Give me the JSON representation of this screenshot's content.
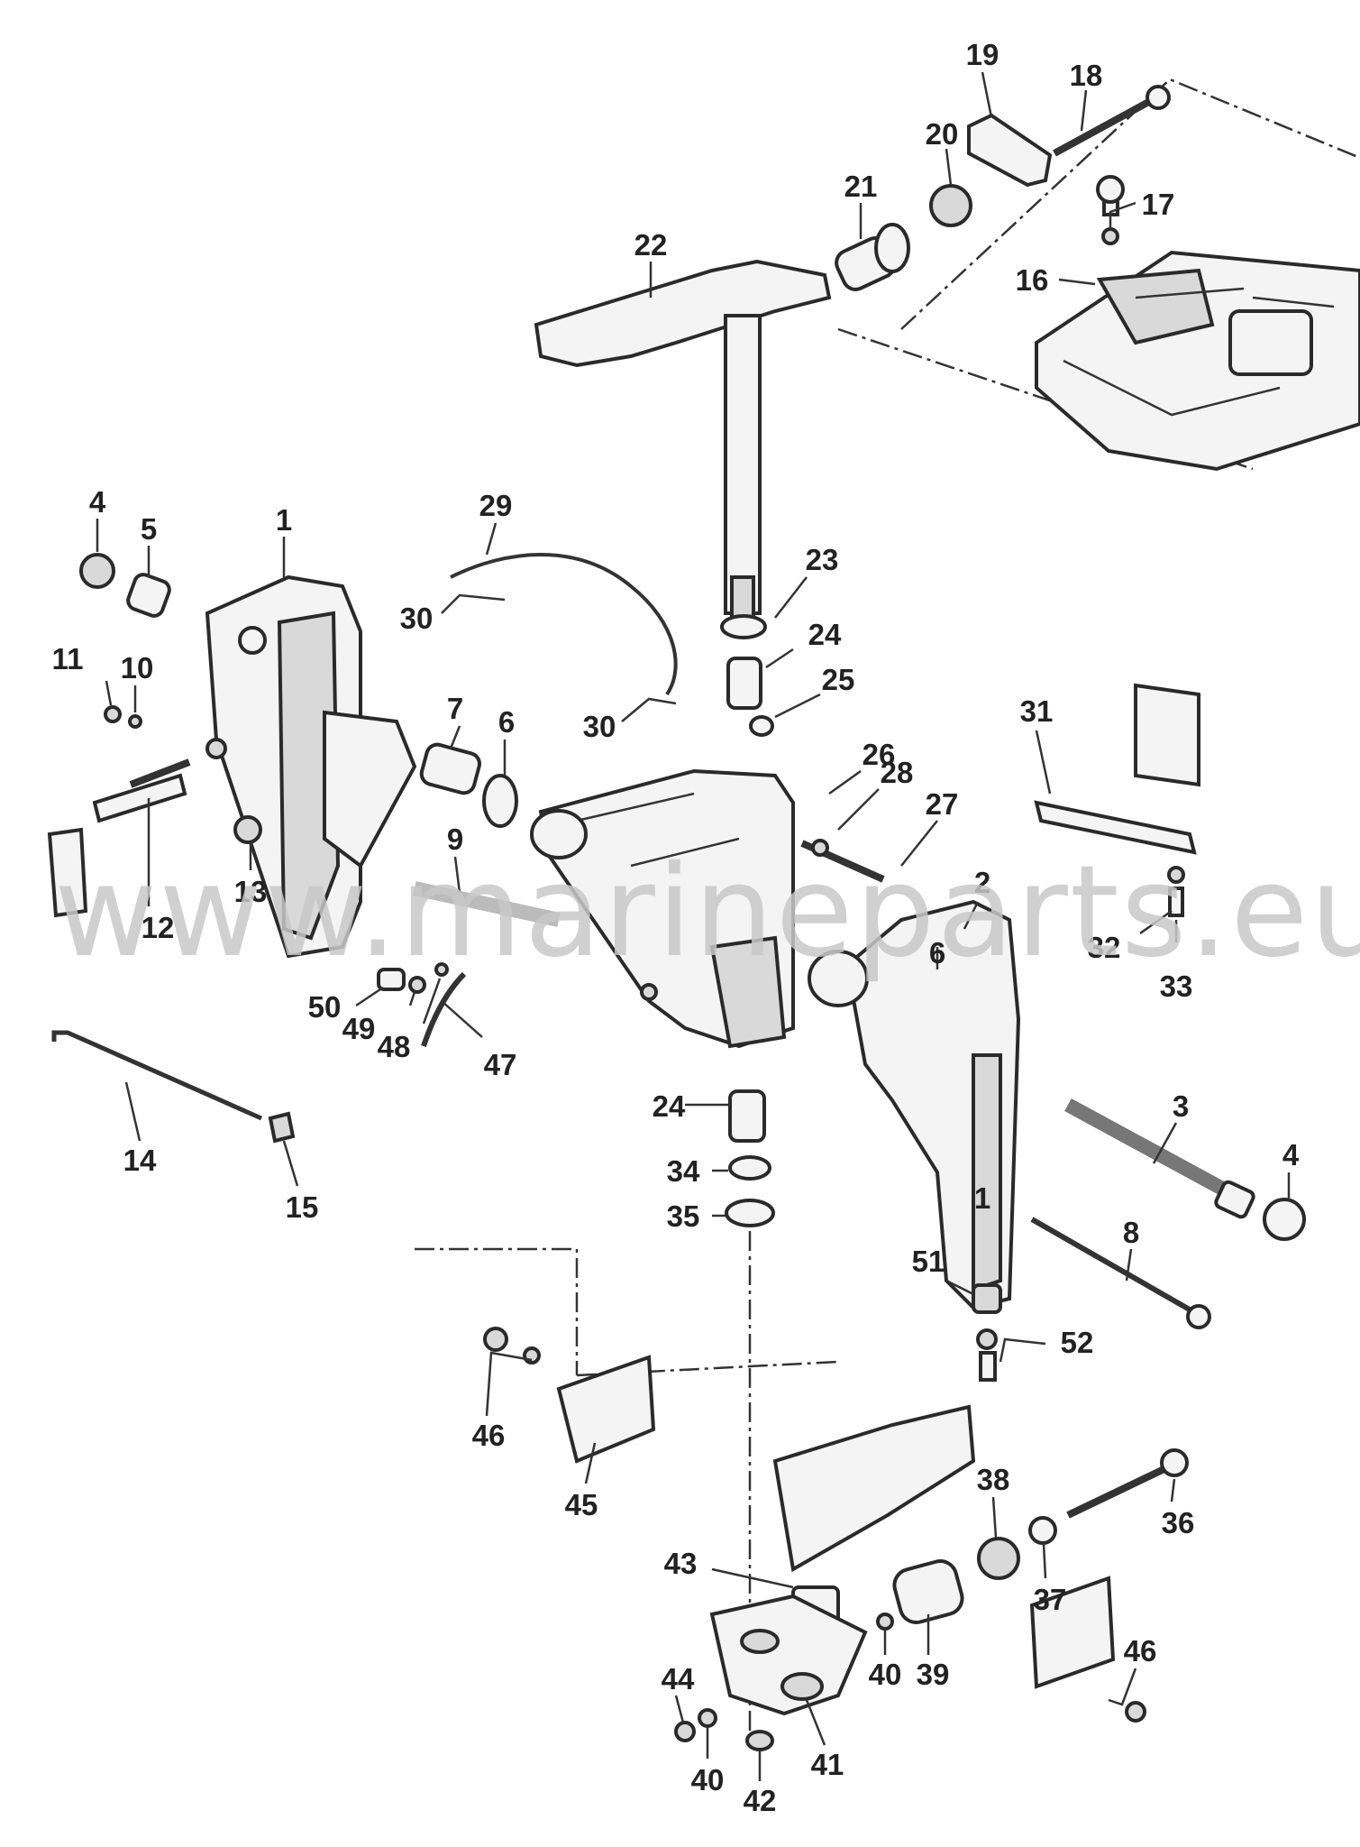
{
  "watermark": "www.marineparts.eu",
  "callouts": [
    {
      "id": "c19",
      "label": "19"
    },
    {
      "id": "c18",
      "label": "18"
    },
    {
      "id": "c20",
      "label": "20"
    },
    {
      "id": "c21",
      "label": "21"
    },
    {
      "id": "c17",
      "label": "17"
    },
    {
      "id": "c22",
      "label": "22"
    },
    {
      "id": "c16",
      "label": "16"
    },
    {
      "id": "c4a",
      "label": "4"
    },
    {
      "id": "c5",
      "label": "5"
    },
    {
      "id": "c1a",
      "label": "1"
    },
    {
      "id": "c29",
      "label": "29"
    },
    {
      "id": "c23",
      "label": "23"
    },
    {
      "id": "c30a",
      "label": "30"
    },
    {
      "id": "c11",
      "label": "11"
    },
    {
      "id": "c10",
      "label": "10"
    },
    {
      "id": "c24a",
      "label": "24"
    },
    {
      "id": "c7",
      "label": "7"
    },
    {
      "id": "c6a",
      "label": "6"
    },
    {
      "id": "c25",
      "label": "25"
    },
    {
      "id": "c30b",
      "label": "30"
    },
    {
      "id": "c31",
      "label": "31"
    },
    {
      "id": "c26",
      "label": "26"
    },
    {
      "id": "c28",
      "label": "28"
    },
    {
      "id": "c27",
      "label": "27"
    },
    {
      "id": "c9",
      "label": "9"
    },
    {
      "id": "c13",
      "label": "13"
    },
    {
      "id": "c12",
      "label": "12"
    },
    {
      "id": "c2",
      "label": "2"
    },
    {
      "id": "c6b",
      "label": "6"
    },
    {
      "id": "c32",
      "label": "32"
    },
    {
      "id": "c33",
      "label": "33"
    },
    {
      "id": "c50",
      "label": "50"
    },
    {
      "id": "c49",
      "label": "49"
    },
    {
      "id": "c48",
      "label": "48"
    },
    {
      "id": "c47",
      "label": "47"
    },
    {
      "id": "c14",
      "label": "14"
    },
    {
      "id": "c24b",
      "label": "24"
    },
    {
      "id": "c3",
      "label": "3"
    },
    {
      "id": "c34",
      "label": "34"
    },
    {
      "id": "c4b",
      "label": "4"
    },
    {
      "id": "c15",
      "label": "15"
    },
    {
      "id": "c35",
      "label": "35"
    },
    {
      "id": "c1b",
      "label": "1"
    },
    {
      "id": "c8",
      "label": "8"
    },
    {
      "id": "c51",
      "label": "51"
    },
    {
      "id": "c52",
      "label": "52"
    },
    {
      "id": "c46a",
      "label": "46"
    },
    {
      "id": "c45",
      "label": "45"
    },
    {
      "id": "c38",
      "label": "38"
    },
    {
      "id": "c36",
      "label": "36"
    },
    {
      "id": "c43",
      "label": "43"
    },
    {
      "id": "c37",
      "label": "37"
    },
    {
      "id": "c46b",
      "label": "46"
    },
    {
      "id": "c44",
      "label": "44"
    },
    {
      "id": "c40a",
      "label": "40"
    },
    {
      "id": "c39",
      "label": "39"
    },
    {
      "id": "c41",
      "label": "41"
    },
    {
      "id": "c40b",
      "label": "40"
    },
    {
      "id": "c42",
      "label": "42"
    }
  ]
}
